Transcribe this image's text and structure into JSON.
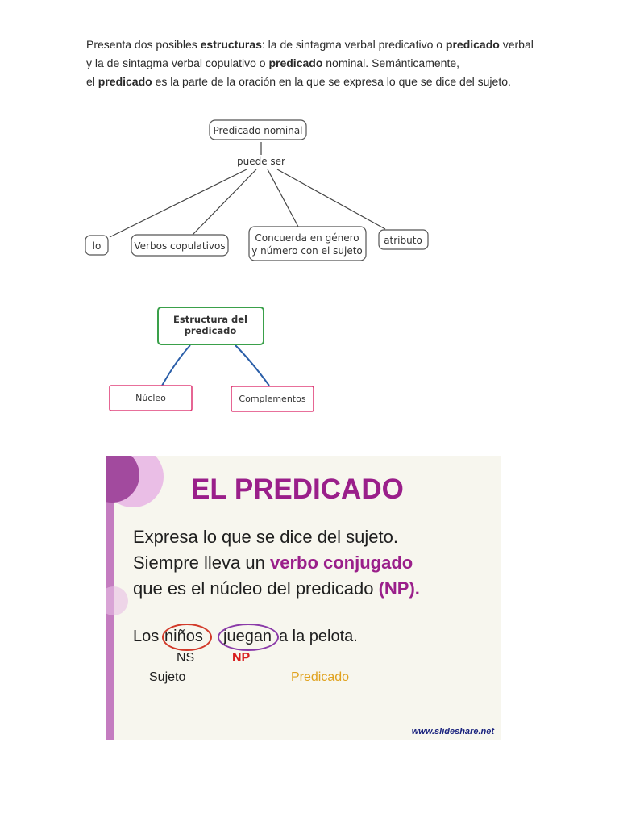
{
  "intro": {
    "l1a": "Presenta dos posibles ",
    "l1b": "estructuras",
    "l1c": ": la de sintagma verbal predicativo o ",
    "l1d": "predicado",
    "l1e": " verbal",
    "l2a": "y la de sintagma verbal copulativo o ",
    "l2b": "predicado",
    "l2c": " nominal. Semánticamente,",
    "l3a": "el ",
    "l3b": "predicado",
    "l3c": " es la parte de la oración en la que se expresa lo que se dice del sujeto."
  },
  "diagram1": {
    "root": "Predicado nominal",
    "link": "puede ser",
    "children": [
      "lo",
      "Verbos copulativos",
      "Concuerda en género",
      "y número con el sujeto",
      "atributo"
    ]
  },
  "diagram2": {
    "root_l1": "Estructura del",
    "root_l2": "predicado",
    "left": "Núcleo",
    "right": "Complementos",
    "colors": {
      "root": "#3aa04a",
      "children": "#e0407a",
      "connector": "#2a5ea8"
    }
  },
  "slide": {
    "title": "EL PREDICADO",
    "line1": "Expresa lo que se dice del sujeto.",
    "line2a": "Siempre lleva un ",
    "line2b": "verbo conjugado",
    "line3a": "que es el núcleo del predicado ",
    "line3b": "(NP).",
    "ex_los": "Los",
    "ex_ninos": "niños",
    "ex_juegan": "juegan",
    "ex_rest": "a la pelota.",
    "ns": "NS",
    "np": "NP",
    "sujeto": "Sujeto",
    "predicado": "Predicado",
    "url": "www.slideshare.net",
    "colors": {
      "accent": "#9a1f8a",
      "np": "#d81e1e",
      "predicado": "#e0a21e",
      "ring_red": "#d23a2a",
      "ring_purple": "#8a3aa8"
    }
  }
}
